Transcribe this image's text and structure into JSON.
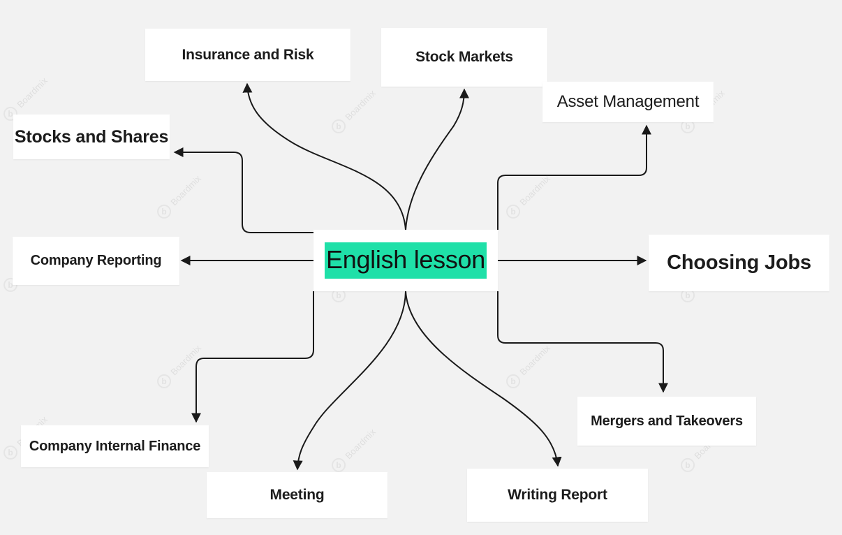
{
  "diagram": {
    "central": "English lesson",
    "nodes": {
      "insurance": "Insurance and Risk",
      "stock_markets": "Stock Markets",
      "asset_management": "Asset Management",
      "stocks_shares": "Stocks and Shares",
      "company_reporting": "Company Reporting",
      "choosing_jobs": "Choosing Jobs",
      "mergers": "Mergers and Takeovers",
      "internal_finance": "Company Internal Finance",
      "meeting": "Meeting",
      "writing_report": "Writing Report"
    },
    "central_highlight_color": "#1fe0a8",
    "line_color": "#1a1a1a"
  },
  "watermark": {
    "text": "Boardmix",
    "logo_glyph": "b"
  }
}
